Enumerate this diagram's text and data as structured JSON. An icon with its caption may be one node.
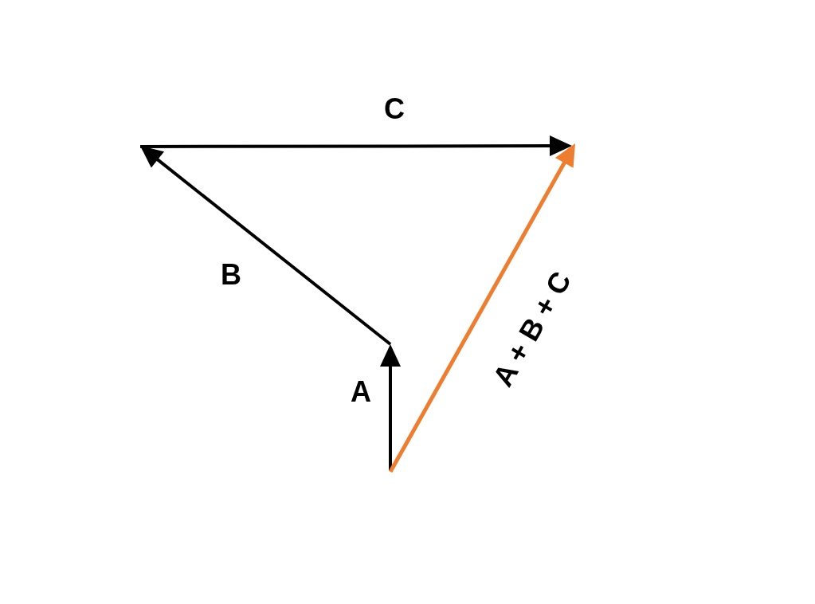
{
  "diagram": {
    "labels": [
      "C",
      "B",
      "A",
      "A + B + C"
    ]
  }
}
